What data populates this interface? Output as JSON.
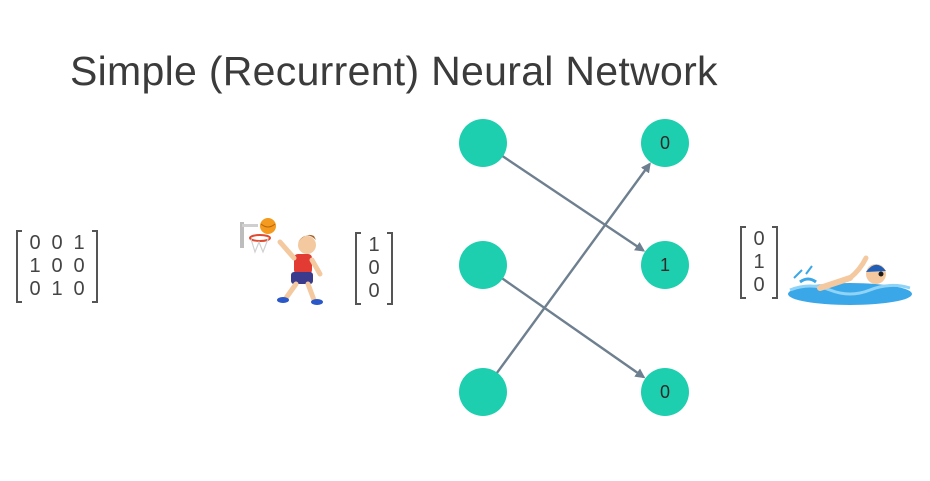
{
  "title": "Simple (Recurrent) Neural Network",
  "weight_matrix": [
    [
      "0",
      "0",
      "1"
    ],
    [
      "1",
      "0",
      "0"
    ],
    [
      "0",
      "1",
      "0"
    ]
  ],
  "input_vector": [
    "1",
    "0",
    "0"
  ],
  "output_vector": [
    "0",
    "1",
    "0"
  ],
  "network": {
    "input_nodes": [
      "",
      "",
      ""
    ],
    "output_nodes": [
      "0",
      "1",
      "0"
    ],
    "node_color": "#1dcfae",
    "edge_color": "#6e7f8f",
    "connections": [
      {
        "from": 0,
        "to": 1
      },
      {
        "from": 1,
        "to": 2
      },
      {
        "from": 2,
        "to": 0
      }
    ]
  },
  "icons": {
    "input_picture": "basketball-player-icon",
    "output_picture": "swimmer-icon"
  }
}
